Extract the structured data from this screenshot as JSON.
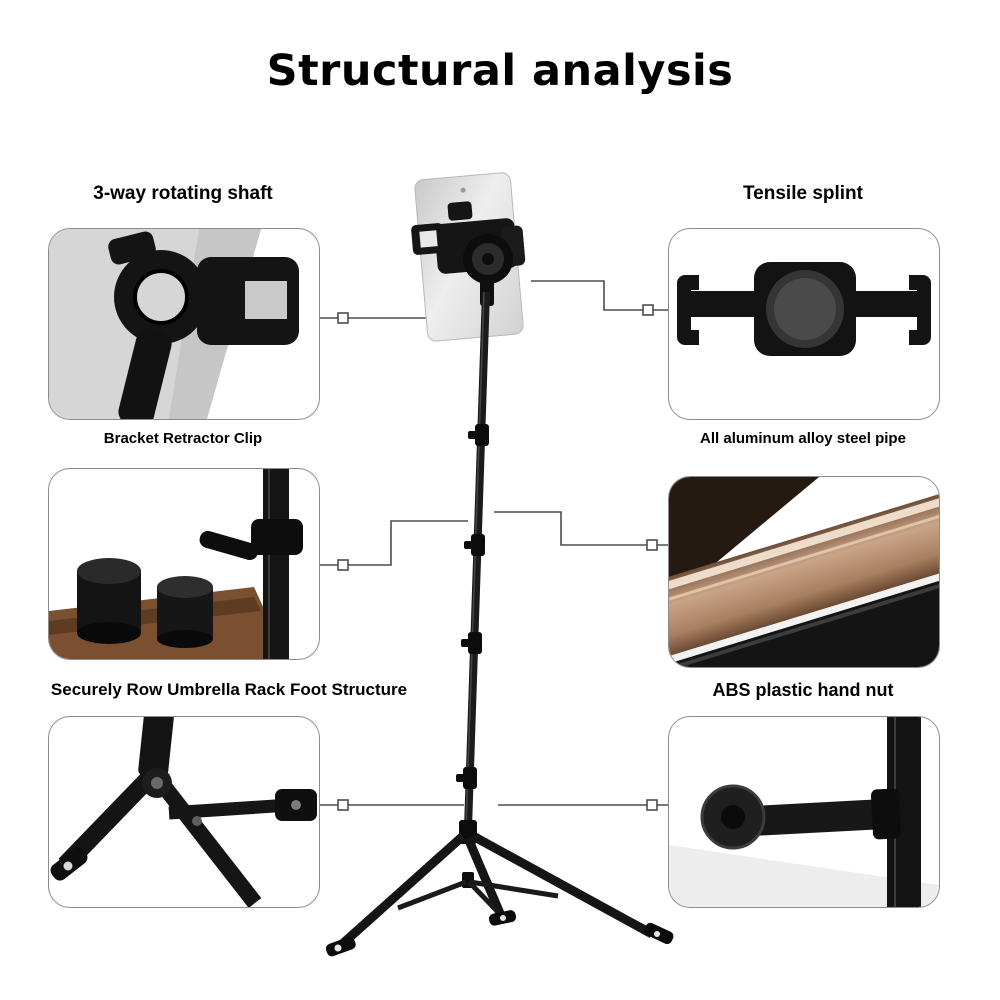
{
  "page": {
    "title": "Structural analysis"
  },
  "callouts": {
    "rotating_shaft": {
      "label": "3-way rotating shaft"
    },
    "tensile_splint": {
      "label": "Tensile splint"
    },
    "bracket_clip": {
      "label": "Bracket Retractor Clip"
    },
    "aluminum_pipe": {
      "label": "All aluminum alloy steel pipe"
    },
    "foot_structure": {
      "label": "Securely Row Umbrella Rack Foot Structure"
    },
    "hand_nut": {
      "label": "ABS plastic hand nut"
    }
  },
  "colors": {
    "background": "#ffffff",
    "text": "#000000",
    "box_border": "#8c8c8c",
    "connector_line": "#4d4d4d",
    "product_black": "#141414",
    "tablet_gray": "#d6d6d6",
    "pipe_bronze": "#c49a7c",
    "wood_brown": "#7a5030"
  }
}
